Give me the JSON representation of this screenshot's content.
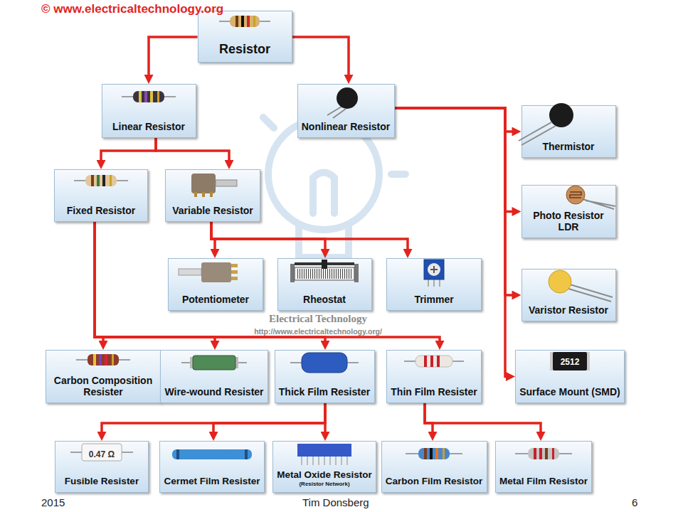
{
  "diagram": {
    "nodes": [
      {
        "text": [
          "Resistor"
        ]
      },
      {
        "text": [
          "Linear Resistor"
        ]
      },
      {
        "text": [
          "Nonlinear Resistor"
        ]
      },
      {
        "text": [
          "Thermistor"
        ]
      },
      {
        "text": [
          "Fixed Resistor"
        ]
      },
      {
        "text": [
          "Variable Resistor"
        ]
      },
      {
        "text": [
          "Photo Resistor LDR"
        ]
      },
      {
        "text": [
          "Potentiometer"
        ]
      },
      {
        "text": [
          "Rheostat"
        ]
      },
      {
        "text": [
          "Trimmer"
        ]
      },
      {
        "text": [
          "Varistor Resistor"
        ]
      },
      {
        "text": [
          "Carbon Composition Resister"
        ]
      },
      {
        "text": [
          "Wire-wound Resister"
        ]
      },
      {
        "text": [
          "Thick Film Resister"
        ]
      },
      {
        "text": [
          "Thin Film Resister"
        ]
      },
      {
        "text": [
          "Surface Mount (SMD)"
        ]
      },
      {
        "text": [
          "Fusible Resister"
        ]
      },
      {
        "text": [
          "Cermet Film Resister"
        ]
      },
      {
        "text": [
          "Metal Oxide Resistor",
          "(Resistor Network)"
        ]
      },
      {
        "text": [
          "Carbon Film Resistor"
        ]
      },
      {
        "text": [
          "Metal Film Resistor"
        ]
      }
    ],
    "edges": [
      {
        "from": 0,
        "to": 1,
        "arrow": "to"
      },
      {
        "from": 0,
        "to": 2,
        "arrow": "to"
      },
      {
        "from": 1,
        "to": 4,
        "arrow": "to"
      },
      {
        "from": 1,
        "to": 5,
        "arrow": "to"
      },
      {
        "from": 2,
        "to": 3,
        "arrow": "to"
      },
      {
        "from": 2,
        "to": 6,
        "arrow": "to"
      },
      {
        "from": 2,
        "to": 10,
        "arrow": "to"
      },
      {
        "from": 2,
        "to": 15,
        "arrow": "to"
      },
      {
        "from": 5,
        "to": 7,
        "arrow": "to"
      },
      {
        "from": 5,
        "to": 8,
        "arrow": "to"
      },
      {
        "from": 5,
        "to": 9,
        "arrow": "to"
      },
      {
        "from": 4,
        "to": 11,
        "arrow": "to"
      },
      {
        "from": 4,
        "to": 12,
        "arrow": "to"
      },
      {
        "from": 4,
        "to": 13,
        "arrow": "to"
      },
      {
        "from": 4,
        "to": 14,
        "arrow": "to"
      },
      {
        "from": 13,
        "to": 16,
        "arrow": "to"
      },
      {
        "from": 13,
        "to": 17,
        "arrow": "to"
      },
      {
        "from": 13,
        "to": 18,
        "arrow": "to"
      },
      {
        "from": 14,
        "to": 19,
        "arrow": "to"
      },
      {
        "from": 14,
        "to": 20,
        "arrow": "to"
      }
    ],
    "labels": [
      "© www.electricaltechnology.org",
      "Electrical Technology",
      "http://www.electricaltechnology.org/",
      "2512",
      "0.47 Ω",
      "2015",
      "Tim Donsberg",
      "6"
    ]
  }
}
